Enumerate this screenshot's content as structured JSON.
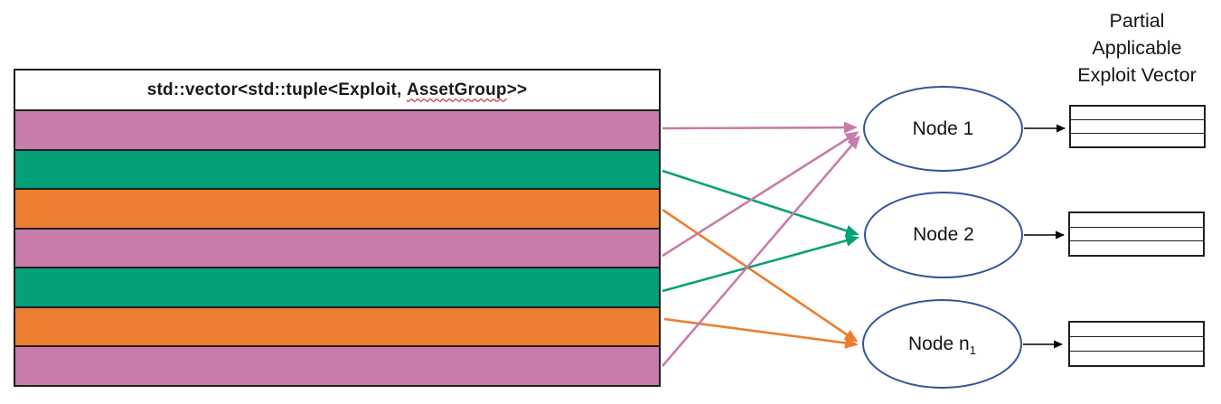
{
  "colors": {
    "pink": "#c87caa",
    "green": "#04a077",
    "orange": "#ed7d31",
    "node_border": "#31549b",
    "arrow_black": "#000000",
    "spellcheck_red": "#c00000",
    "table_border": "#1f1f1f"
  },
  "vector_table": {
    "header": {
      "prefix": "std::vector<std::tuple<Exploit, ",
      "misspelled": "AssetGroup",
      "suffix": ">>"
    },
    "rows": [
      {
        "index": 1,
        "color_name": "pink",
        "color_hex": "#c87caa"
      },
      {
        "index": 2,
        "color_name": "green",
        "color_hex": "#04a077"
      },
      {
        "index": 3,
        "color_name": "orange",
        "color_hex": "#ed7d31"
      },
      {
        "index": 4,
        "color_name": "pink",
        "color_hex": "#c87caa"
      },
      {
        "index": 5,
        "color_name": "green",
        "color_hex": "#04a077"
      },
      {
        "index": 6,
        "color_name": "orange",
        "color_hex": "#ed7d31"
      },
      {
        "index": 7,
        "color_name": "pink",
        "color_hex": "#c87caa"
      }
    ]
  },
  "nodes": [
    {
      "label": "Node 1",
      "sub": ""
    },
    {
      "label": "Node 2",
      "sub": ""
    },
    {
      "label": "Node n",
      "sub": "1"
    }
  ],
  "connections": [
    {
      "from_row": 1,
      "to_node": "Node 1",
      "color_name": "pink",
      "hex": "#c87caa"
    },
    {
      "from_row": 2,
      "to_node": "Node 2",
      "color_name": "green",
      "hex": "#04a077"
    },
    {
      "from_row": 3,
      "to_node": "Node n1",
      "color_name": "orange",
      "hex": "#ed7d31"
    },
    {
      "from_row": 4,
      "to_node": "Node 1",
      "color_name": "pink",
      "hex": "#c87caa"
    },
    {
      "from_row": 5,
      "to_node": "Node 2",
      "color_name": "green",
      "hex": "#04a077"
    },
    {
      "from_row": 6,
      "to_node": "Node n1",
      "color_name": "orange",
      "hex": "#ed7d31"
    },
    {
      "from_row": 7,
      "to_node": "Node 1",
      "color_name": "pink",
      "hex": "#c87caa"
    }
  ],
  "output_label": {
    "lines": [
      "Partial",
      "Applicable",
      "Exploit Vector"
    ]
  },
  "partial_vectors": {
    "count": 3,
    "rows_per_table": 3
  }
}
